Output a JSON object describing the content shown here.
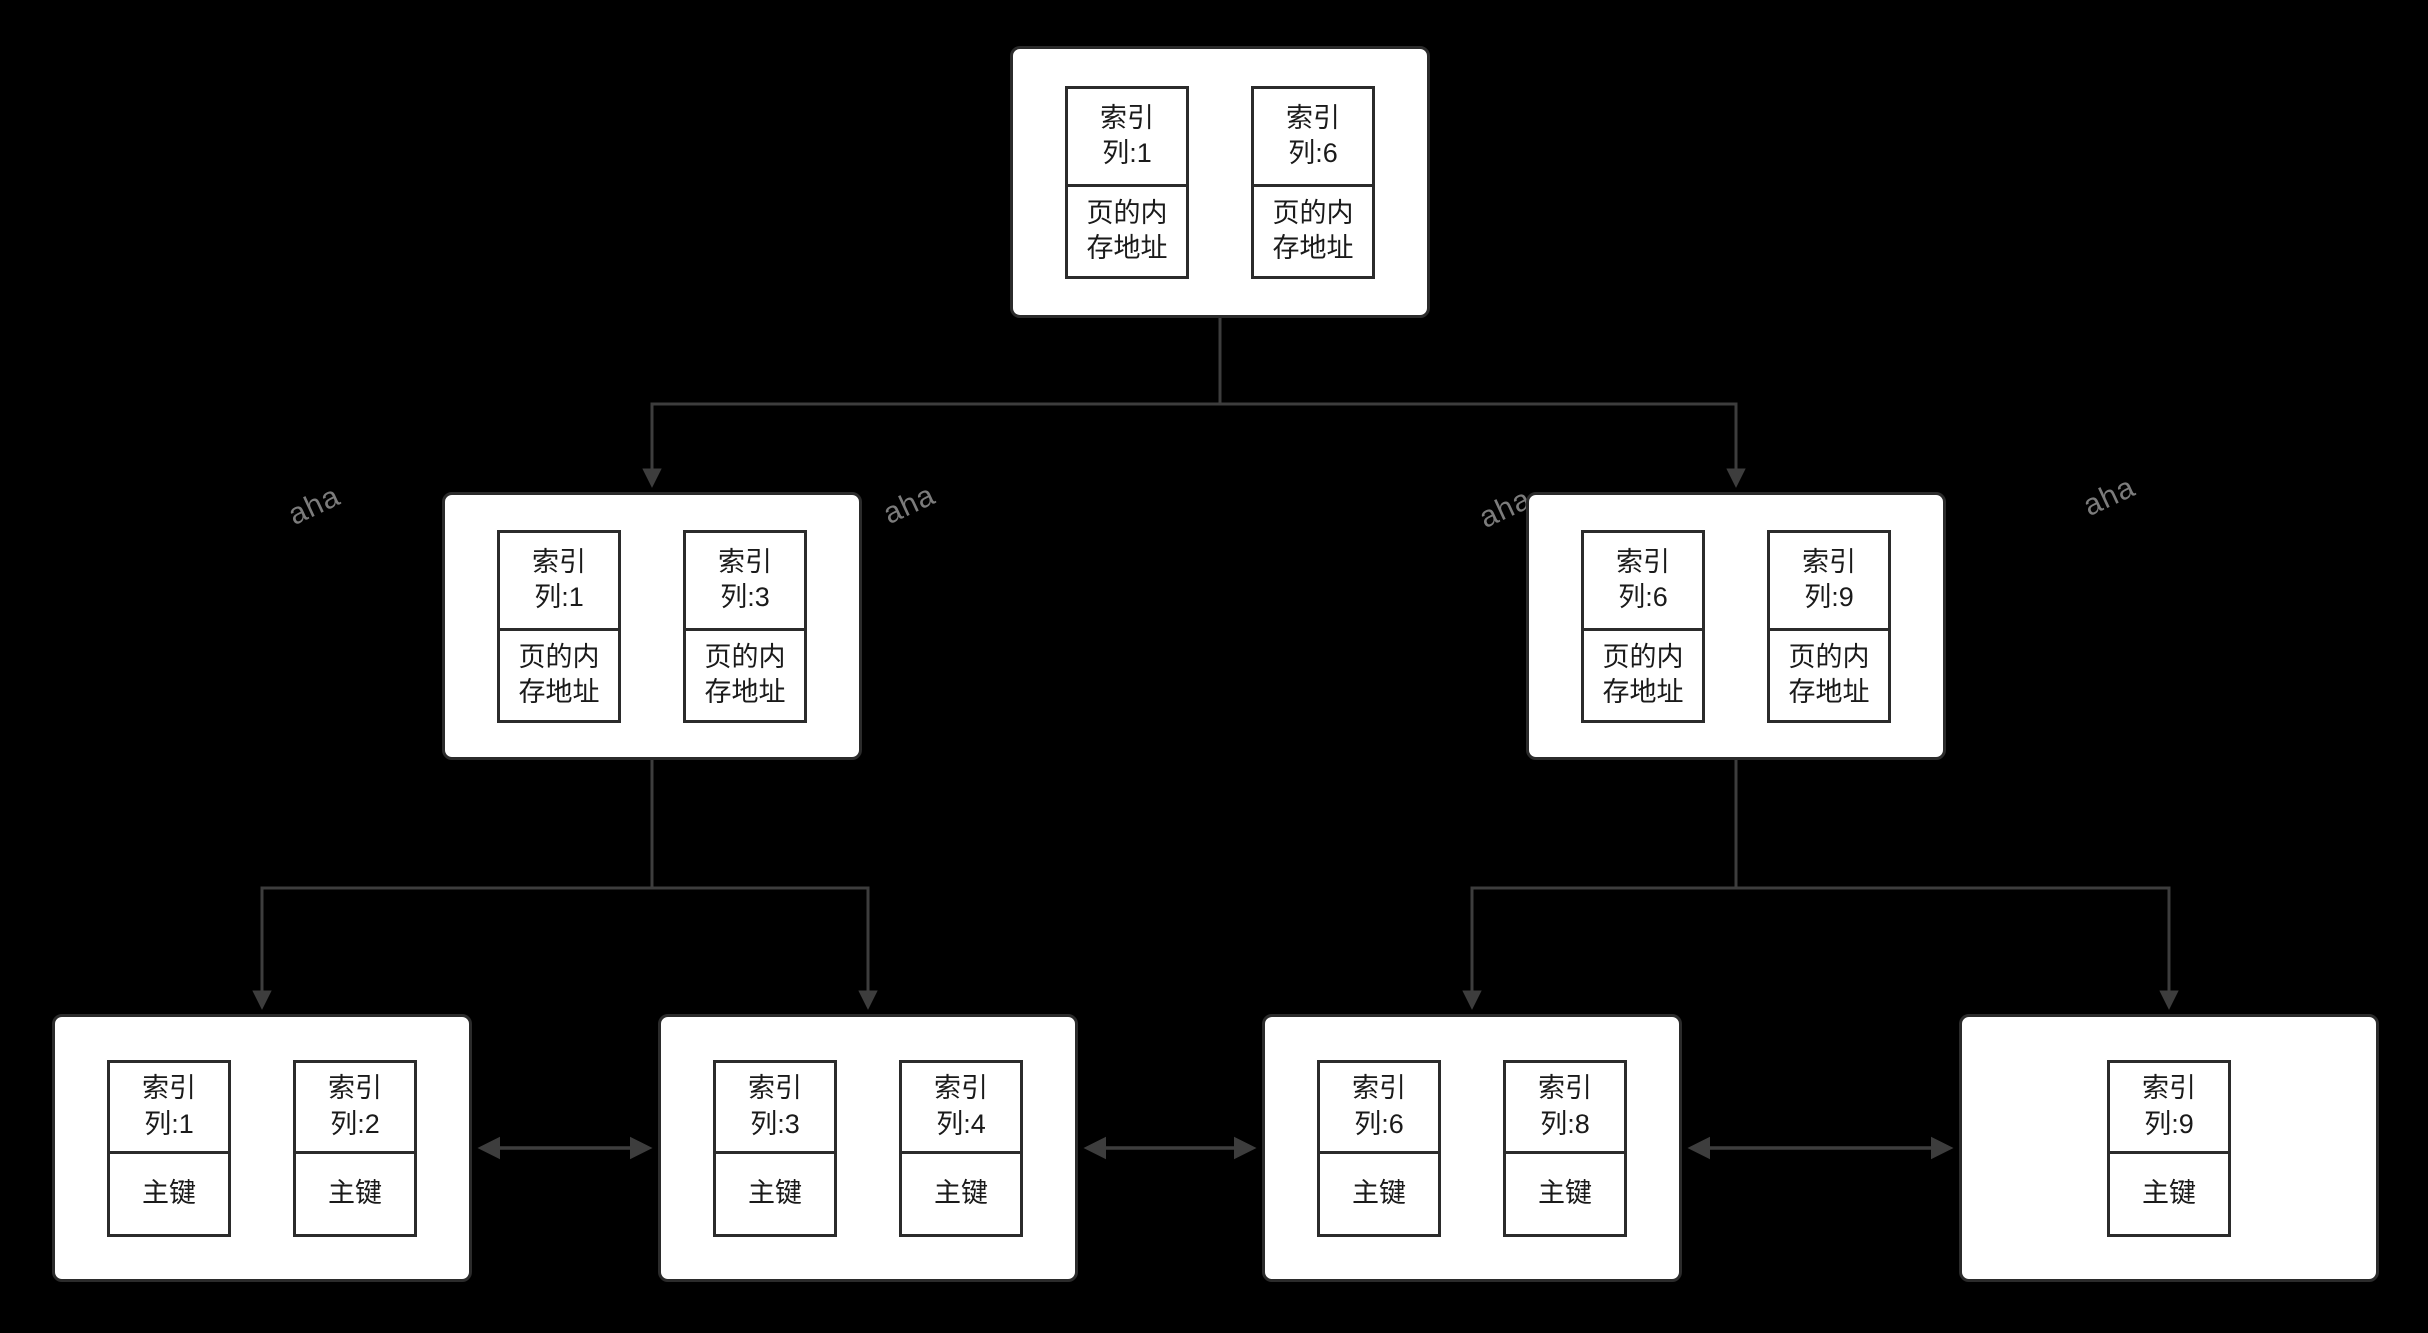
{
  "canvas": {
    "bg_color": "#000000",
    "node_fill": "#ffffff",
    "border_color": "#2b2b2b",
    "connector_color": "#3d3d3d",
    "inner_arrow_color": "#1f1f1f",
    "text_color": "#1a1a1a"
  },
  "watermark": {
    "text": "aha"
  },
  "tree": {
    "root": {
      "entries": [
        {
          "key": "索引\n列:1",
          "value": "页的内\n存地址"
        },
        {
          "key": "索引\n列:6",
          "value": "页的内\n存地址"
        }
      ]
    },
    "internal_left": {
      "entries": [
        {
          "key": "索引\n列:1",
          "value": "页的内\n存地址"
        },
        {
          "key": "索引\n列:3",
          "value": "页的内\n存地址"
        }
      ]
    },
    "internal_right": {
      "entries": [
        {
          "key": "索引\n列:6",
          "value": "页的内\n存地址"
        },
        {
          "key": "索引\n列:9",
          "value": "页的内\n存地址"
        }
      ]
    },
    "leaf_1": {
      "entries": [
        {
          "key": "索引\n列:1",
          "value": "主键"
        },
        {
          "key": "索引\n列:2",
          "value": "主键"
        }
      ]
    },
    "leaf_2": {
      "entries": [
        {
          "key": "索引\n列:3",
          "value": "主键"
        },
        {
          "key": "索引\n列:4",
          "value": "主键"
        }
      ]
    },
    "leaf_3": {
      "entries": [
        {
          "key": "索引\n列:6",
          "value": "主键"
        },
        {
          "key": "索引\n列:8",
          "value": "主键"
        }
      ]
    },
    "leaf_4": {
      "entries": [
        {
          "key": "索引\n列:9",
          "value": "主键"
        }
      ]
    }
  }
}
